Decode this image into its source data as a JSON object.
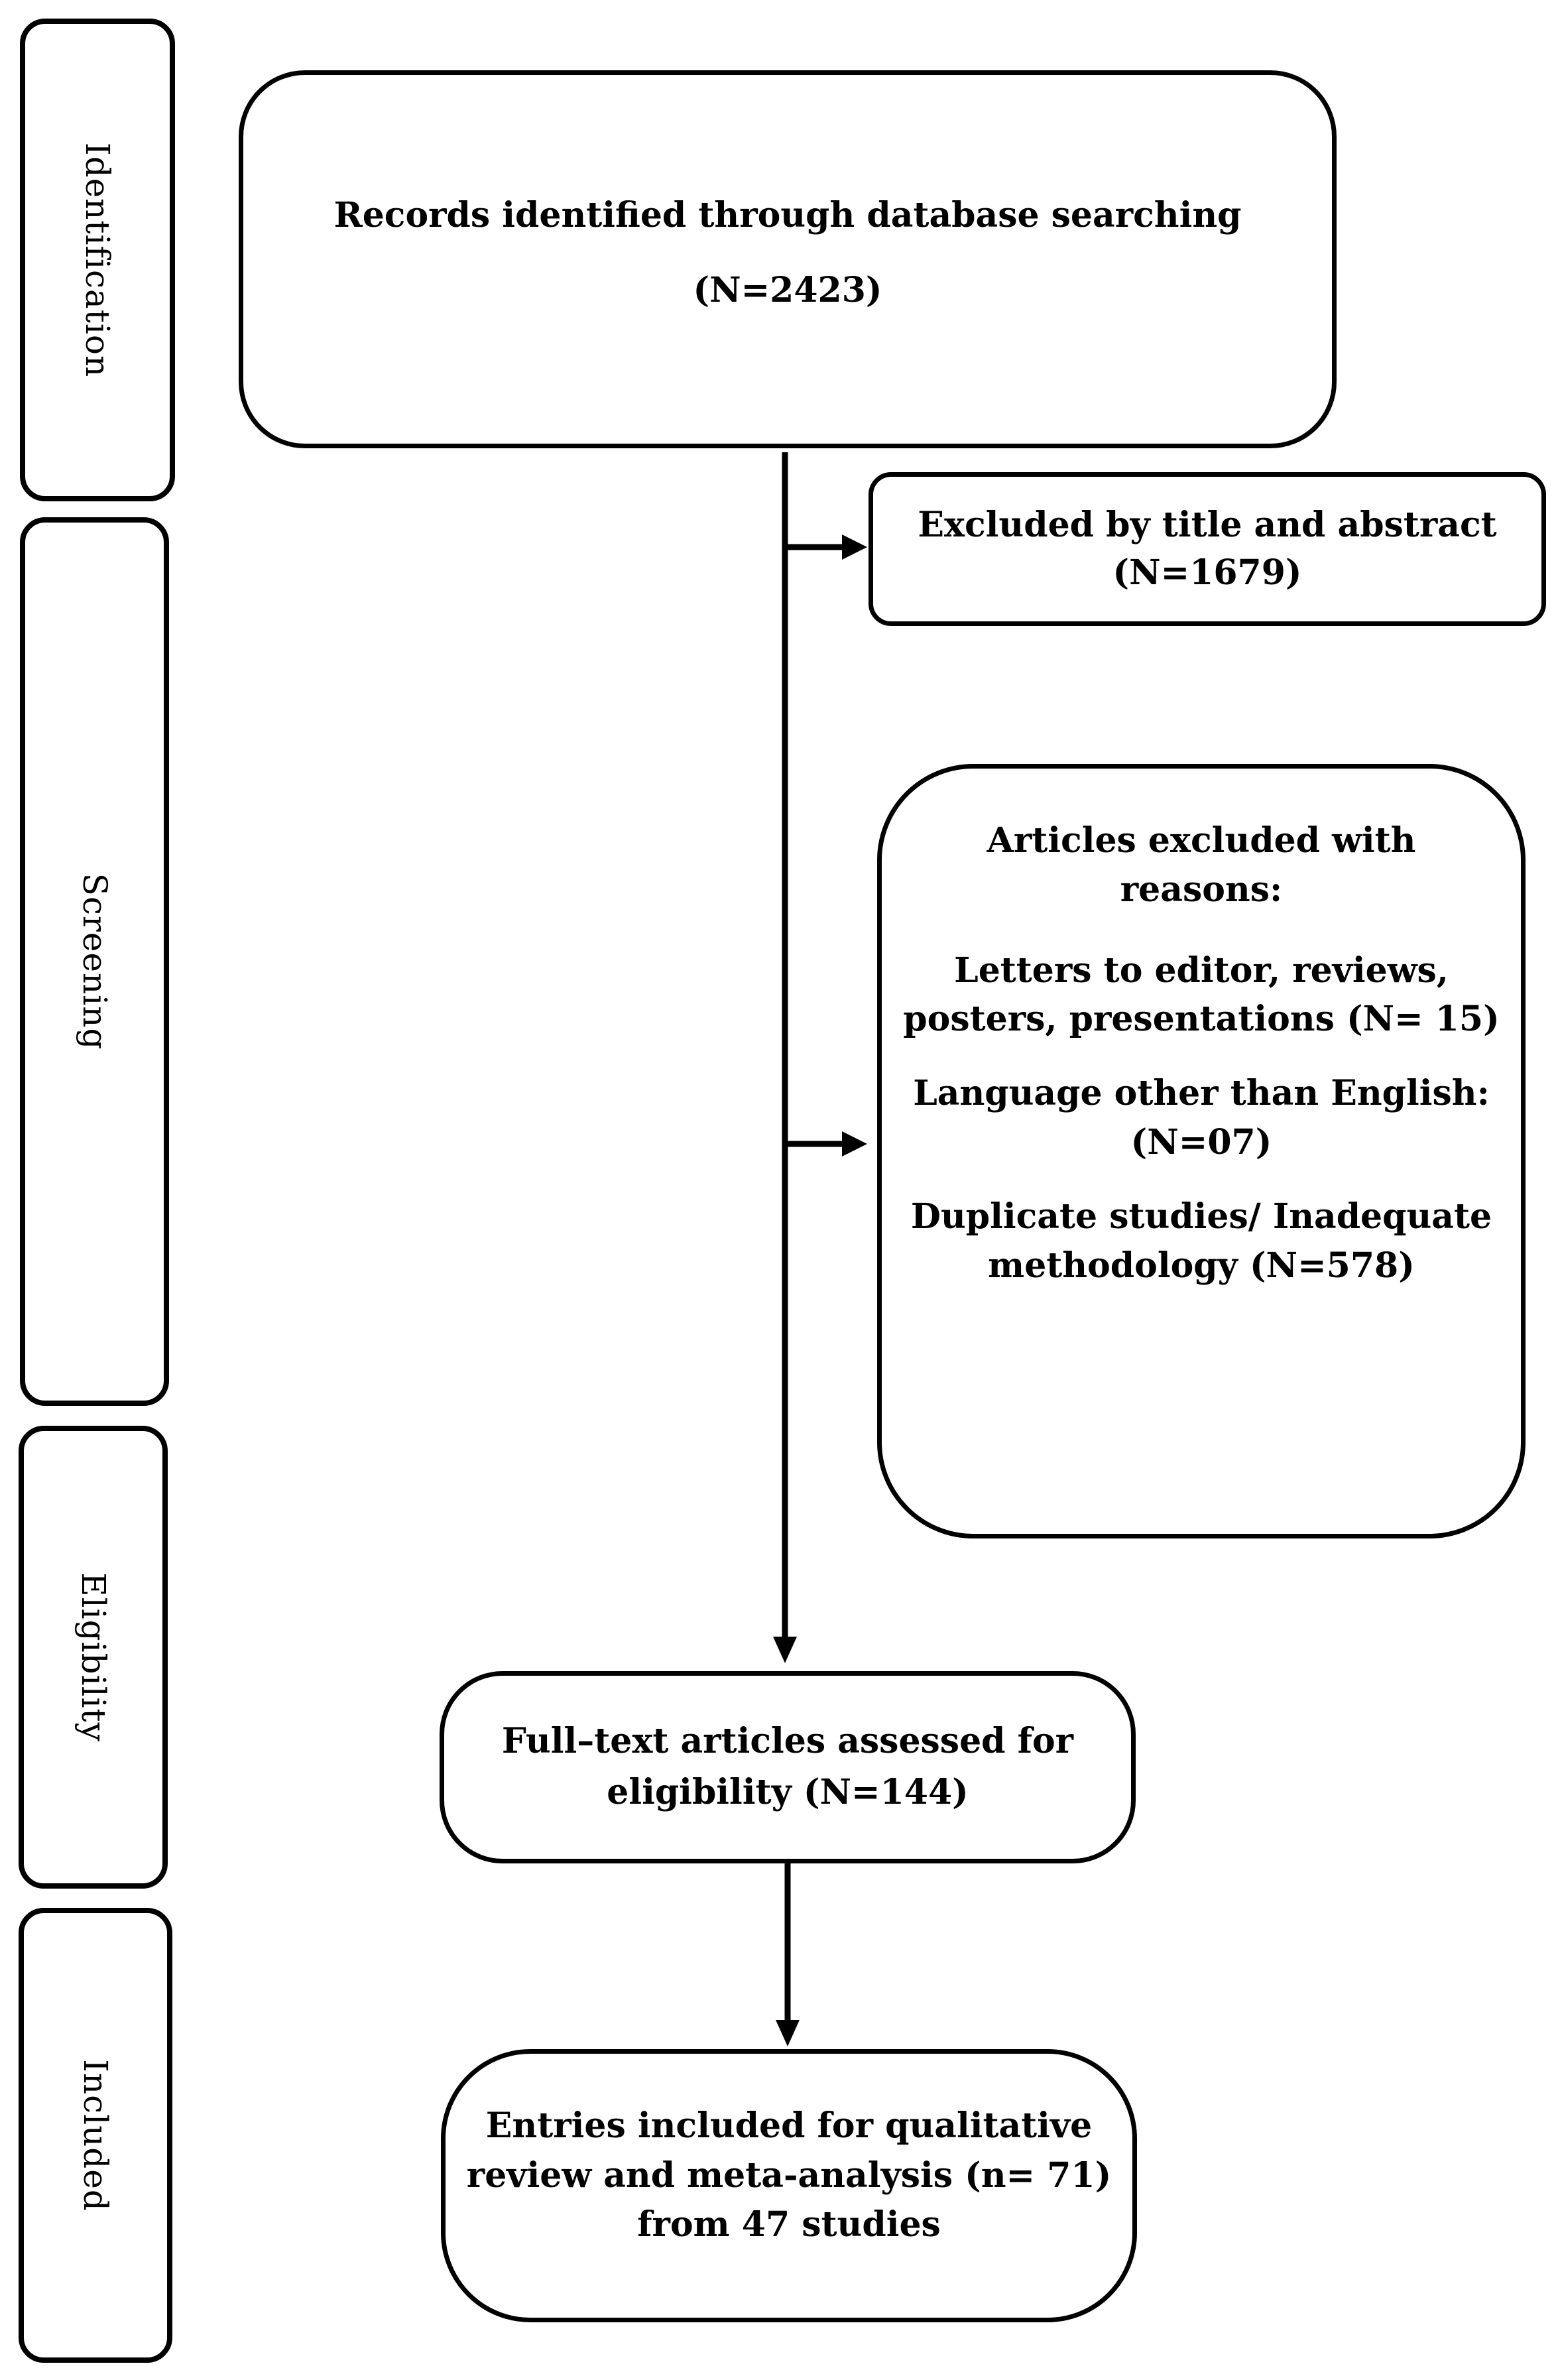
{
  "phases": {
    "identification": "Identification",
    "screening": "Screening",
    "eligibility": "Eligibility",
    "included": "Included"
  },
  "records": {
    "line1": "Records identified through database searching",
    "line2": "(N=2423)"
  },
  "excluded_title_abstract": {
    "line1": "Excluded by title and abstract",
    "line2": "(N=1679)"
  },
  "articles_excluded": {
    "heading1": "Articles excluded with",
    "heading2": "reasons:",
    "reason1_line1": "Letters to editor, reviews,",
    "reason1_line2": "posters, presentations (N= 15)",
    "reason2_line1": "Language other than English:",
    "reason2_line2": "(N=07)",
    "reason3_line1": "Duplicate studies/ Inadequate",
    "reason3_line2": "methodology (N=578)"
  },
  "full_text": {
    "line1": "Full–text articles assessed for",
    "line2": "eligibility (N=144)"
  },
  "included_entries": {
    "line1": "Entries included for qualitative",
    "line2": "review and meta-analysis (n= 71)",
    "line3": "from 47 studies"
  }
}
